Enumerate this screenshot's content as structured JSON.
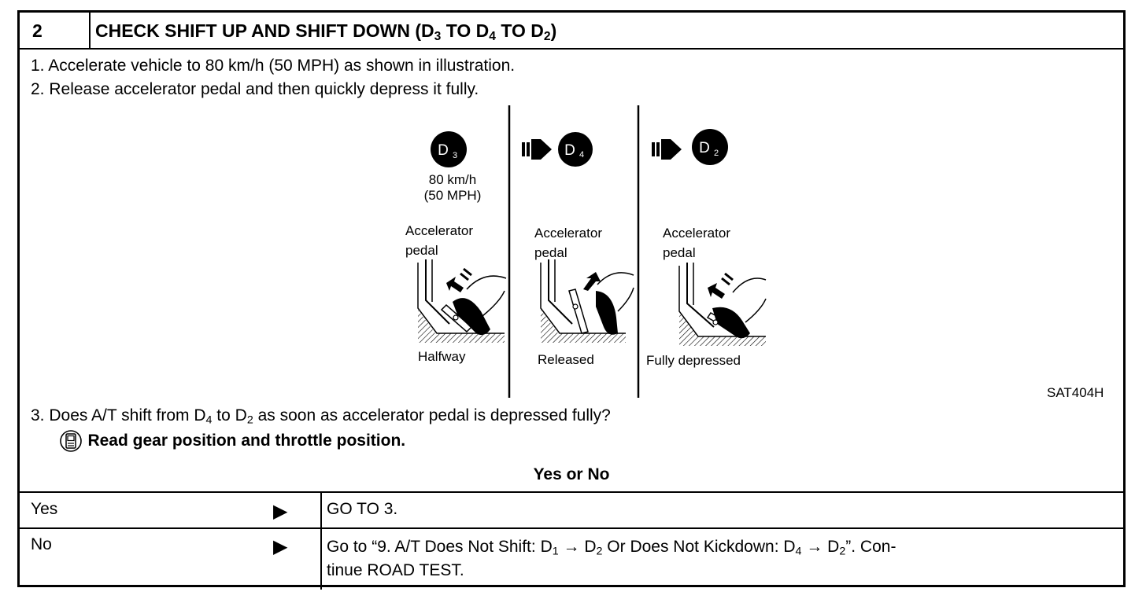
{
  "step": {
    "number": "2",
    "title_main": "CHECK SHIFT UP AND SHIFT DOWN (D",
    "title_sub1": "3",
    "title_mid1": " TO D",
    "title_sub2": "4",
    "title_mid2": " TO D",
    "title_sub3": "2",
    "title_end": ")"
  },
  "instructions": {
    "line1": "1.  Accelerate vehicle to 80 km/h (50 MPH) as shown in illustration.",
    "line2": "2.  Release accelerator pedal and then quickly depress it fully."
  },
  "illustration": {
    "gears": [
      {
        "letter": "D",
        "sub": "3"
      },
      {
        "letter": "D",
        "sub": "4"
      },
      {
        "letter": "D",
        "sub": "2"
      }
    ],
    "speed_line1": "80 km/h",
    "speed_line2": "(50 MPH)",
    "panels": [
      {
        "label_line1": "Accelerator",
        "label_line2": "pedal",
        "caption": "Halfway",
        "pedal_state": "halfway"
      },
      {
        "label_line1": "Accelerator",
        "label_line2": "pedal",
        "caption": "Released",
        "pedal_state": "released"
      },
      {
        "label_line1": "Accelerator",
        "label_line2": "pedal",
        "caption": "Fully depressed",
        "pedal_state": "fully-depressed"
      }
    ],
    "code": "SAT404H"
  },
  "question": {
    "prefix": "3.  Does A/T shift from D",
    "sub1": "4",
    "mid": " to D",
    "sub2": "2",
    "suffix": " as soon as accelerator pedal is depressed fully?",
    "note_icon": "consult-monitor-icon",
    "note": "Read gear position and throttle position."
  },
  "decision": {
    "heading": "Yes or No",
    "yes_label": "Yes",
    "yes_action": "GO TO 3.",
    "no_label": "No",
    "no_action_p1": "Go to “9. A/T Does Not Shift: D",
    "no_action_s1": "1",
    "no_action_p2": " → D",
    "no_action_s2": "2",
    "no_action_p3": " Or Does Not Kickdown: D",
    "no_action_s3": "4",
    "no_action_p4": " → D",
    "no_action_s4": "2",
    "no_action_p5": "”. Con-",
    "no_action_line2": "tinue ROAD TEST.",
    "arrow_glyph": "▶"
  }
}
